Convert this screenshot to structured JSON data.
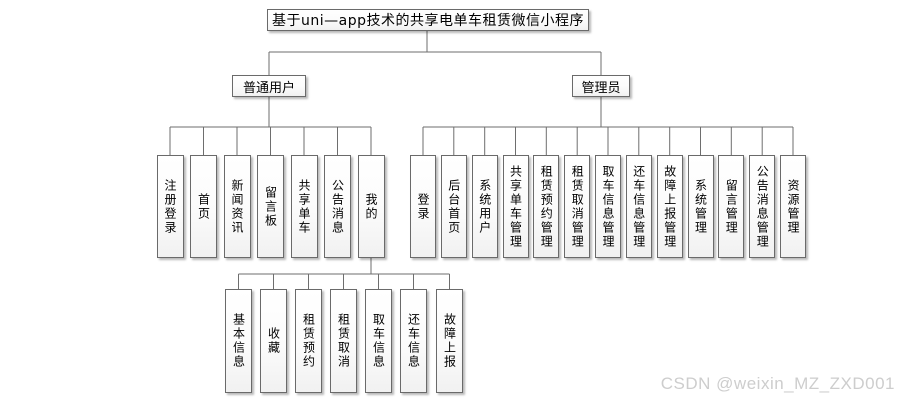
{
  "title": {
    "label": "基于uni—app技术的共享电单车租赁微信小程序"
  },
  "branches": {
    "user": {
      "label": "普通用户",
      "children": [
        "注册登录",
        "首页",
        "新闻资讯",
        "留言板",
        "共享单车",
        "公告消息",
        "我的"
      ]
    },
    "admin": {
      "label": "管理员",
      "children": [
        "登录",
        "后台首页",
        "系统用户",
        "共享单车管理",
        "租赁预约管理",
        "租赁取消管理",
        "取车信息管理",
        "还车信息管理",
        "故障上报管理",
        "系统管理",
        "留言管理",
        "公告消息管理",
        "资源管理"
      ]
    },
    "my": {
      "children": [
        "基本信息",
        "收藏",
        "租赁预约",
        "租赁取消",
        "取车信息",
        "还车信息",
        "故障上报"
      ]
    }
  },
  "watermark": "CSDN @weixin_MZ_ZXD001",
  "colors": {
    "line": "#6e6e6e",
    "box_border": "#6a6a6a",
    "watermark": "#cdcdcd"
  }
}
